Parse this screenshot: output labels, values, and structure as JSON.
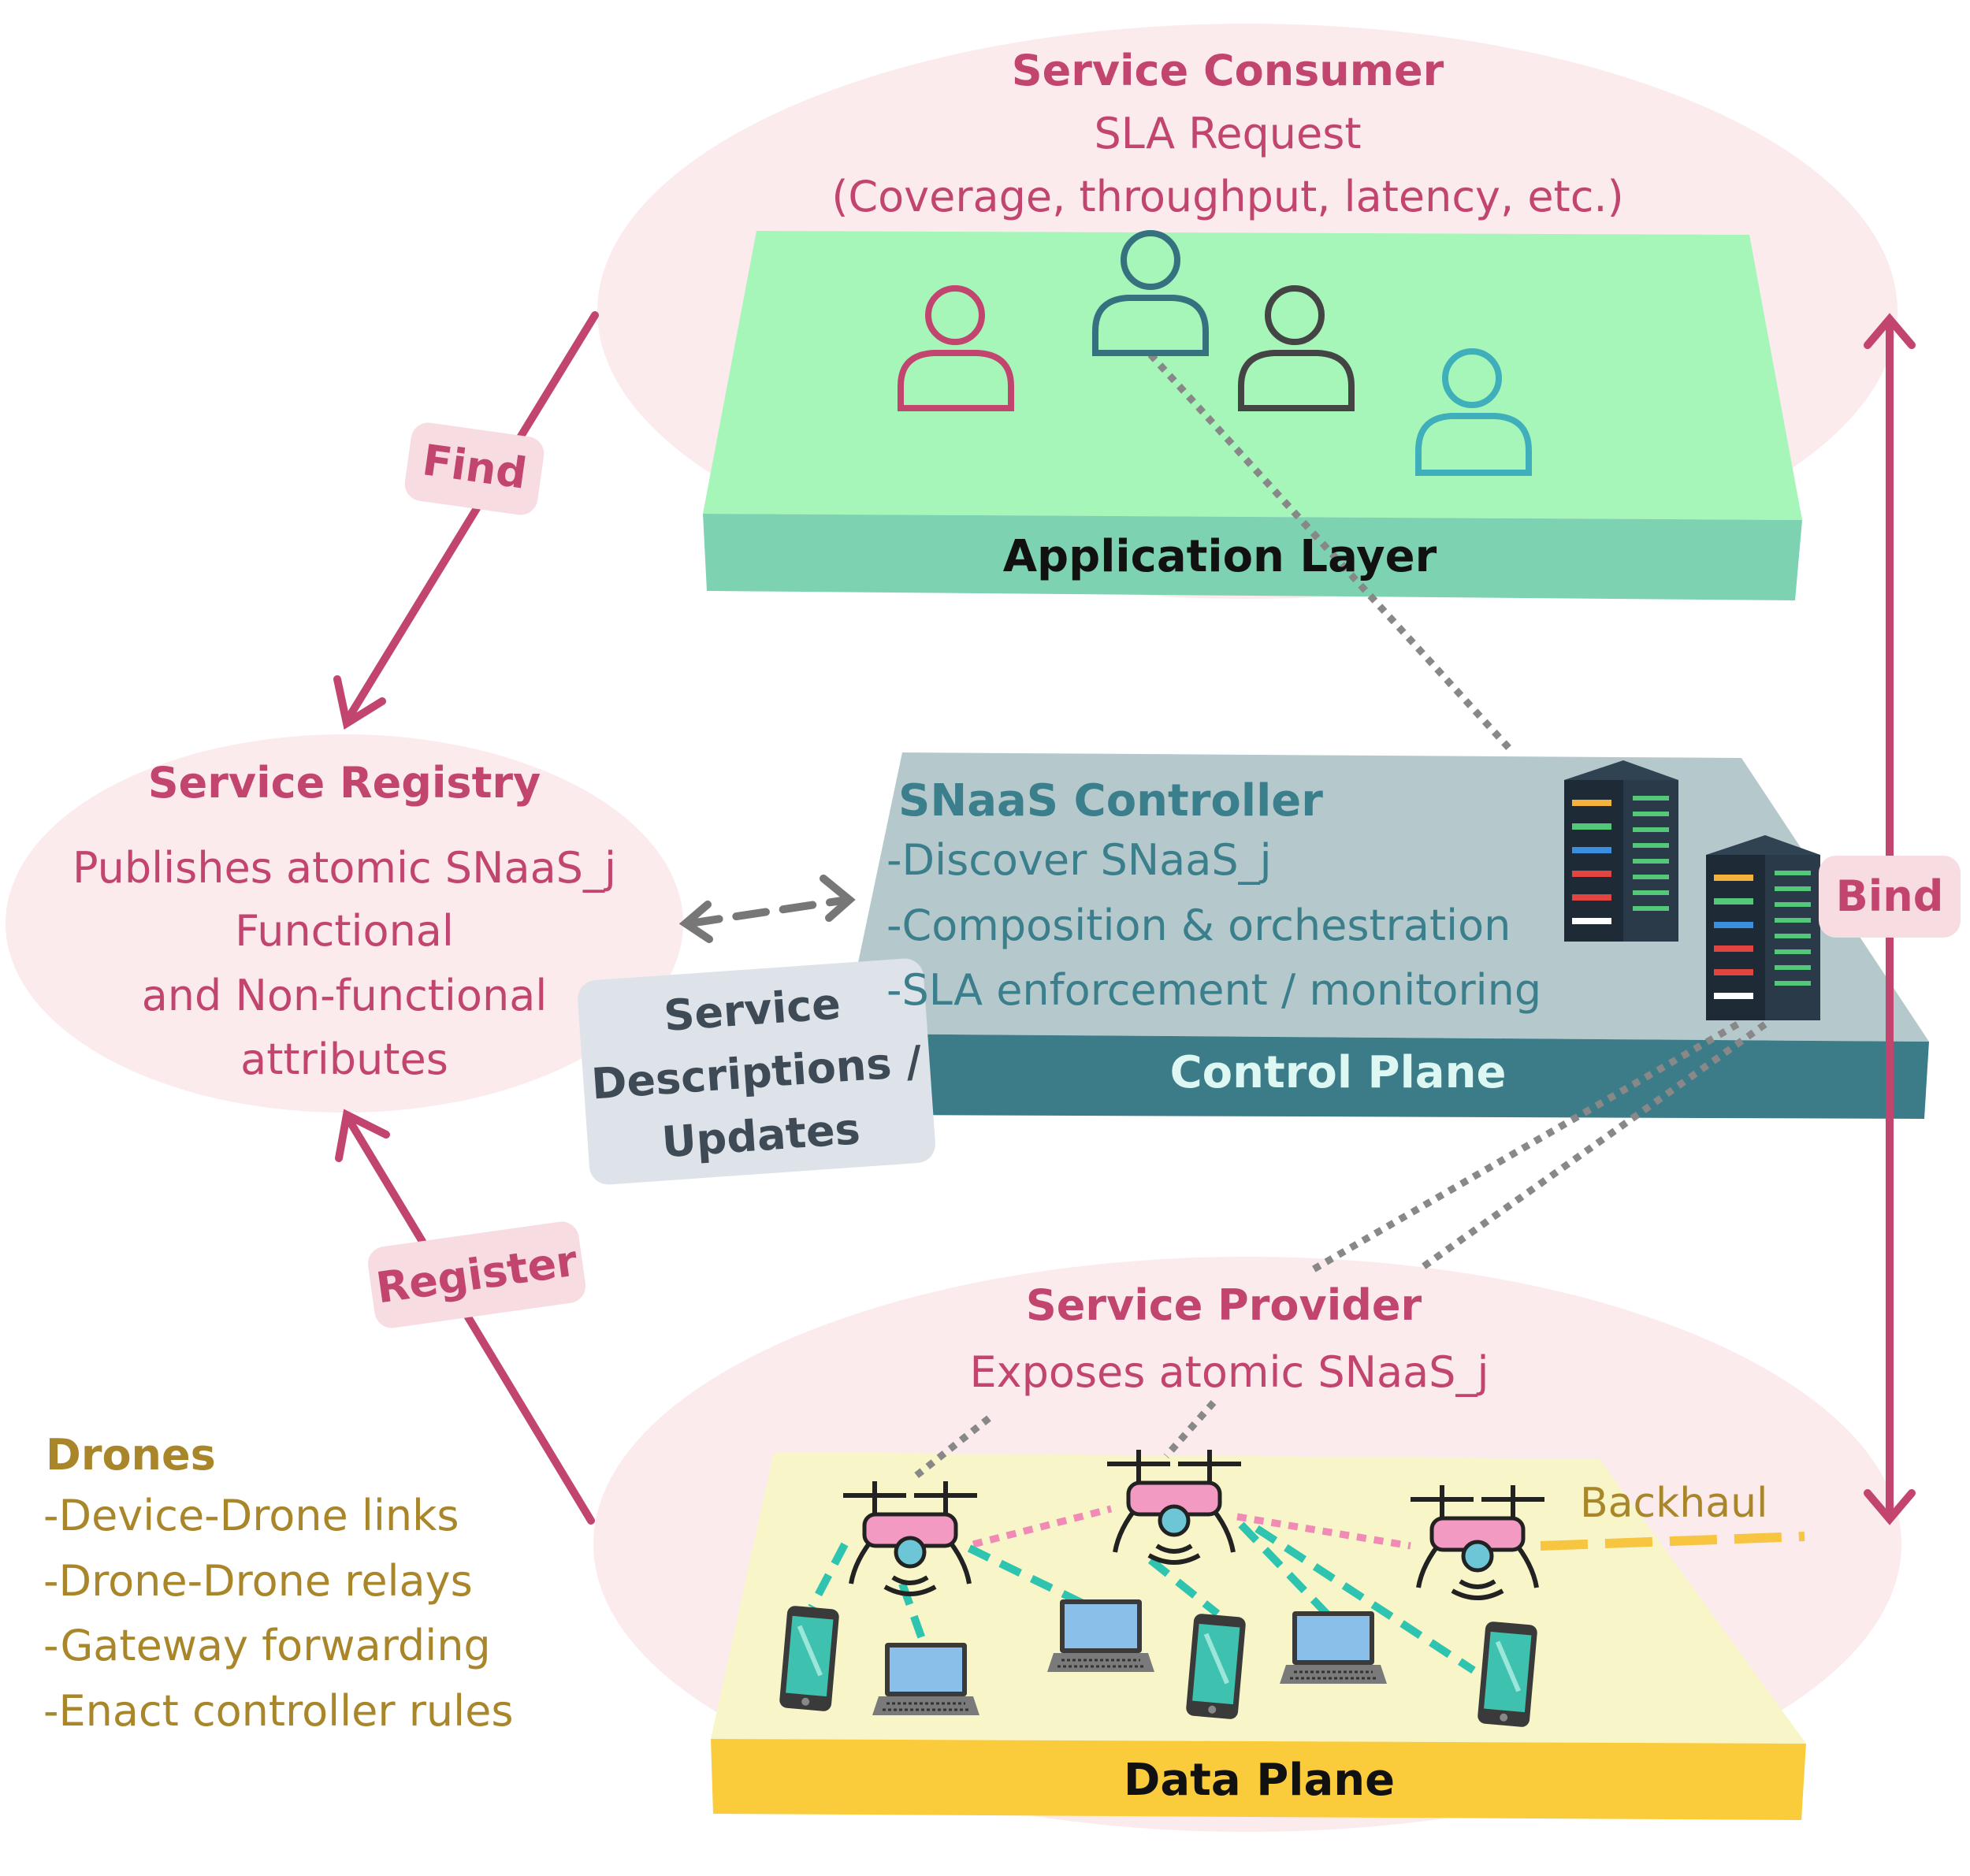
{
  "consumer": {
    "title": "Service Consumer",
    "line1": "SLA Request",
    "line2": "(Coverage, throughput, latency, etc.)"
  },
  "application_layer": {
    "label": "Application Layer"
  },
  "registry": {
    "title": "Service Registry",
    "lines": [
      "Publishes atomic SNaaS_j",
      "Functional",
      "and Non-functional",
      "attributes"
    ]
  },
  "controller": {
    "title": "SNaaS Controller",
    "lines": [
      "-Discover SNaaS_j",
      "-Composition & orchestration",
      "-SLA enforcement / monitoring"
    ]
  },
  "control_plane": {
    "label": "Control Plane"
  },
  "provider": {
    "title": "Service Provider",
    "line1": "Exposes atomic SNaaS_j"
  },
  "data_plane": {
    "label": "Data Plane",
    "backhaul": "Backhaul"
  },
  "drones": {
    "title": "Drones",
    "lines": [
      "-Device-Drone links",
      "-Drone-Drone relays",
      "-Gateway forwarding",
      "-Enact controller rules"
    ]
  },
  "arrows": {
    "find": "Find",
    "register": "Register",
    "bind": "Bind",
    "service_desc": [
      "Service",
      "Descriptions /",
      "Updates"
    ]
  },
  "colors": {
    "pink_text": "#C2456F",
    "teal_text": "#3B7E8C",
    "gold_text": "#A9862A",
    "ellipse_pink": "#FBEBEC",
    "app_top": "#A6F5B9",
    "app_front": "#7DD3B1",
    "ctrl_top": "#B5C9CC",
    "ctrl_front": "#3C7C89",
    "data_top": "#F8F6C8",
    "data_front": "#FACC3C"
  }
}
